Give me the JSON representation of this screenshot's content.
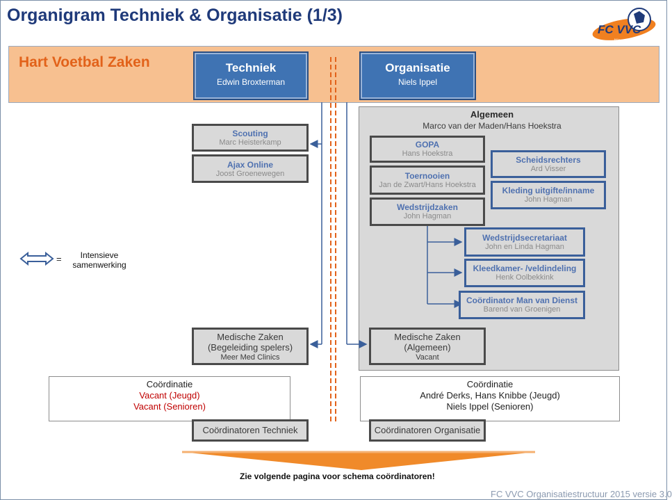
{
  "title": "Organigram Techniek & Organisatie (1/3)",
  "logo_text": "FC VVC",
  "logo_sub": "Nieuw-Vennep",
  "band_label": "Hart Voetbal Zaken",
  "techniek": {
    "title": "Techniek",
    "name": "Edwin Broxterman"
  },
  "organisatie": {
    "title": "Organisatie",
    "name": "Niels Ippel"
  },
  "scouting": {
    "title": "Scouting",
    "name": "Marc Heisterkamp"
  },
  "ajax": {
    "title": "Ajax Online",
    "name": "Joost Groenewegen"
  },
  "algemeen": {
    "title": "Algemeen",
    "names": "Marco van der Maden/Hans Hoekstra"
  },
  "gopa": {
    "title": "GOPA",
    "name": "Hans Hoekstra"
  },
  "toernooien": {
    "title": "Toernooien",
    "name": "Jan de Zwart/Hans Hoekstra"
  },
  "wedstrijdzaken": {
    "title": "Wedstrijdzaken",
    "name": "John Hagman"
  },
  "scheidsrechters": {
    "title": "Scheidsrechters",
    "name": "Ard Visser"
  },
  "kleding": {
    "title": "Kleding uitgifte/inname",
    "name": "John Hagman"
  },
  "wedstrijdsecretariaat": {
    "title": "Wedstrijdsecretariaat",
    "name": "John en Linda Hagman"
  },
  "kleedkamer": {
    "title": "Kleedkamer- /veldindeling",
    "name": "Henk Oolbekkink"
  },
  "mvd": {
    "title": "Coördinator Man van Dienst",
    "name": "Barend van Groenigen"
  },
  "legend": {
    "eq": "=",
    "text": "Intensieve samenwerking"
  },
  "med_spelers": {
    "line1": "Medische Zaken",
    "line2": "(Begeleiding spelers)",
    "name": "Meer Med Clinics"
  },
  "med_algemeen": {
    "line1": "Medische Zaken",
    "line2": "(Algemeen)",
    "name": "Vacant"
  },
  "coord_left": {
    "title": "Coördinatie",
    "line1": "Vacant (Jeugd)",
    "line2": "Vacant (Senioren)"
  },
  "coord_right": {
    "title": "Coördinatie",
    "line1": "André Derks, Hans Knibbe (Jeugd)",
    "line2": "Niels Ippel (Senioren)"
  },
  "coord_techniek": "Coördinatoren Techniek",
  "coord_organisatie": "Coördinatoren Organisatie",
  "footer_note": "Zie volgende pagina voor schema coördinatoren!",
  "footer_version": "FC VVC Organisatiestructuur 2015 versie 3.0",
  "colors": {
    "accent": "#3f73b3",
    "band": "#f7c090",
    "orange": "#e2621a",
    "vacant": "#c00000"
  }
}
